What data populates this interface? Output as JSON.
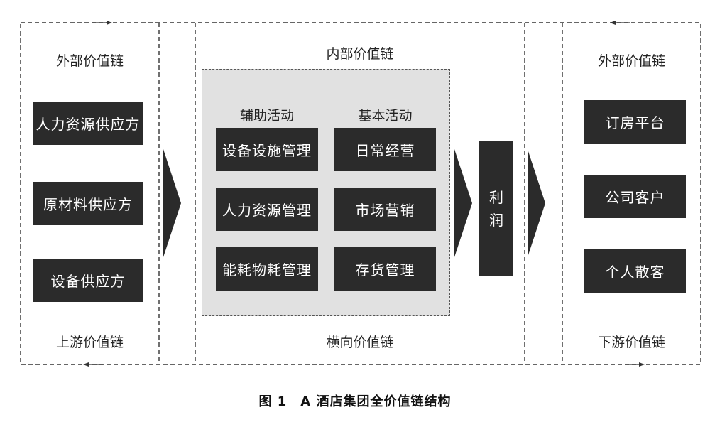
{
  "left": {
    "top_label": "外部价值链",
    "bottom_label": "上游价值链",
    "boxes": [
      "人力资源供应方",
      "原材料供应方",
      "设备供应方"
    ]
  },
  "center": {
    "top_label": "内部价值链",
    "bottom_label": "横向价值链",
    "support_header": "辅助活动",
    "primary_header": "基本活动",
    "support_boxes": [
      "设备设施管理",
      "人力资源管理",
      "能耗物耗管理"
    ],
    "primary_boxes": [
      "日常经营",
      "市场营销",
      "存货管理"
    ]
  },
  "profit": {
    "char1": "利",
    "char2": "润"
  },
  "right": {
    "top_label": "外部价值链",
    "bottom_label": "下游价值链",
    "boxes": [
      "订房平台",
      "公司客户",
      "个人散客"
    ]
  },
  "caption": "图 1　A 酒店集团全价值链结构"
}
